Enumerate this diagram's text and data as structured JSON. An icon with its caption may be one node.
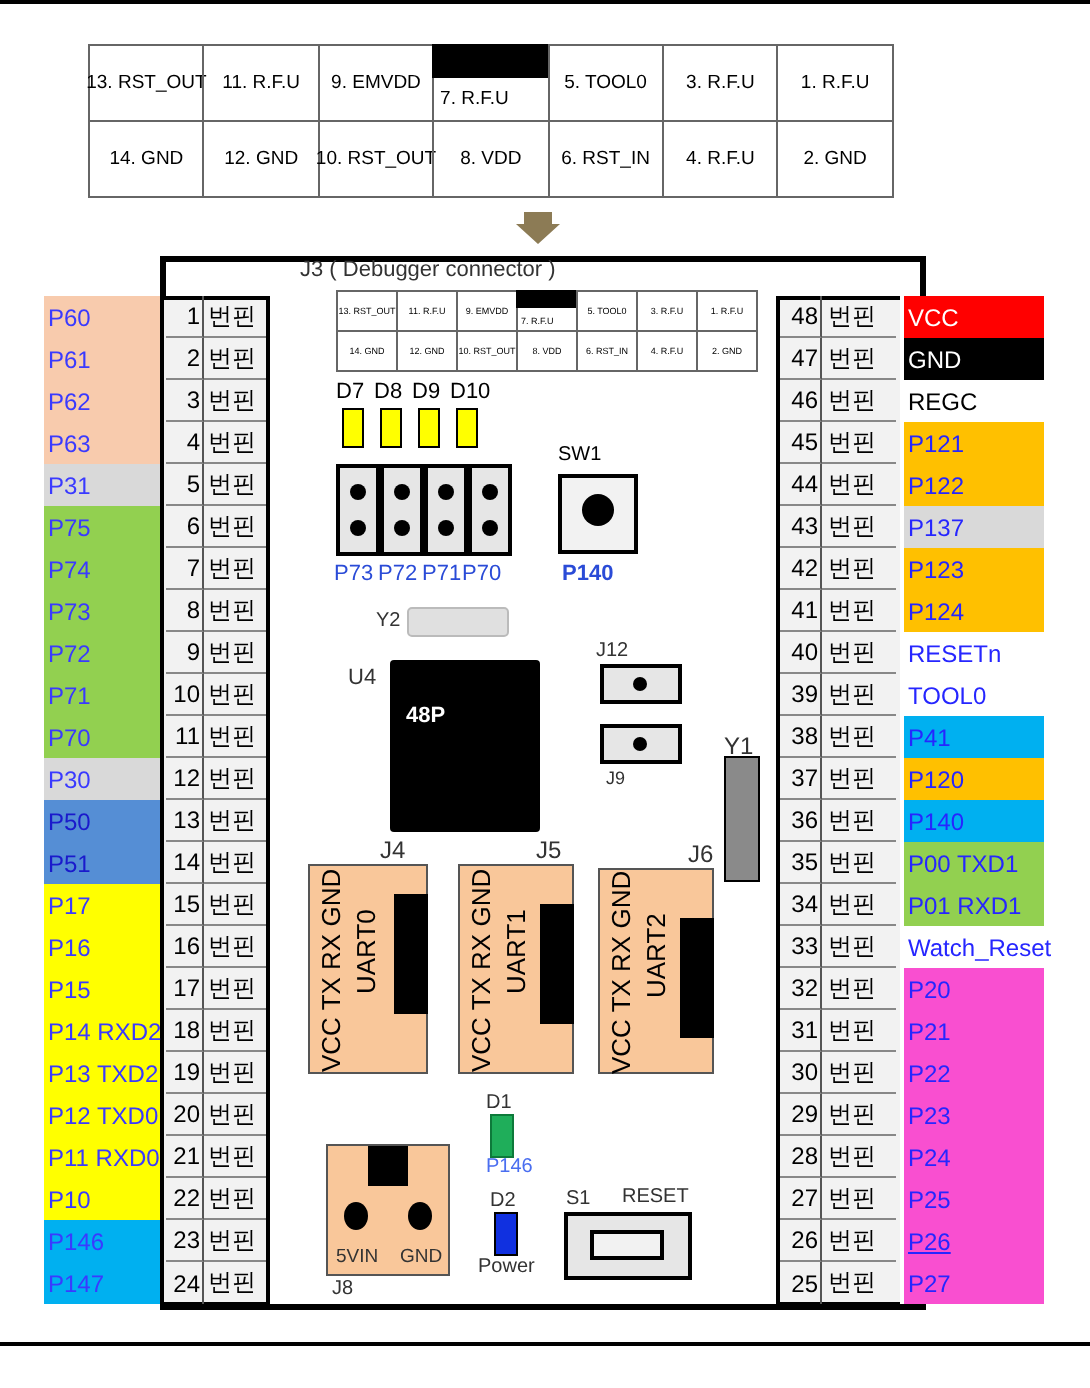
{
  "diagram": {
    "labels": [
      "13. RST_OUT",
      "11. R.F.U",
      "9. EMVDD",
      "7. R.F.U",
      "5. TOOL0",
      "3. R.F.U",
      "1. R.F.U",
      "14. GND",
      "12. GND",
      "10. RST_OUT",
      "8. VDD",
      "6. RST_IN",
      "4. R.F.U",
      "2. GND",
      "J3 ( Debugger connector )",
      "13. RST_OUT",
      "11. R.F.U",
      "9. EMVDD",
      "7. R.F.U",
      "5. TOOL0",
      "3. R.F.U",
      "1. R.F.U",
      "14. GND",
      "12. GND",
      "10. RST_OUT",
      "8. VDD",
      "6. RST_IN",
      "4. R.F.U",
      "2. GND",
      "P60",
      "1",
      "번핀",
      "48",
      "번핀",
      "VCC",
      "P61",
      "2",
      "번핀",
      "47",
      "번핀",
      "GND",
      "P62",
      "3",
      "번핀",
      "46",
      "번핀",
      "REGC",
      "P63",
      "4",
      "번핀",
      "45",
      "번핀",
      "P121",
      "P31",
      "5",
      "번핀",
      "44",
      "번핀",
      "P122",
      "P75",
      "6",
      "번핀",
      "43",
      "번핀",
      "P137",
      "P74",
      "7",
      "번핀",
      "42",
      "번핀",
      "P123",
      "P73",
      "8",
      "번핀",
      "41",
      "번핀",
      "P124",
      "P72",
      "9",
      "번핀",
      "40",
      "번핀",
      "RESETn",
      "P71",
      "10",
      "번핀",
      "39",
      "번핀",
      "TOOL0",
      "P70",
      "11",
      "번핀",
      "38",
      "번핀",
      "P41",
      "P30",
      "12",
      "번핀",
      "37",
      "번핀",
      "P120",
      "P50",
      "13",
      "번핀",
      "36",
      "번핀",
      "P140",
      "P51",
      "14",
      "번핀",
      "35",
      "번핀",
      "P00 TXD1",
      "P17",
      "15",
      "번핀",
      "34",
      "번핀",
      "P01 RXD1",
      "P16",
      "16",
      "번핀",
      "33",
      "번핀",
      "Watch_Reset",
      "P15",
      "17",
      "번핀",
      "32",
      "번핀",
      "P20",
      "P14 RXD2",
      "18",
      "번핀",
      "31",
      "번핀",
      "P21",
      "P13 TXD2",
      "19",
      "번핀",
      "30",
      "번핀",
      "P22",
      "P12 TXD0",
      "20",
      "번핀",
      "29",
      "번핀",
      "P23",
      "P11 RXD0",
      "21",
      "번핀",
      "28",
      "번핀",
      "P24",
      "P10",
      "22",
      "번핀",
      "27",
      "번핀",
      "P25",
      "P146",
      "23",
      "번핀",
      "26",
      "번핀",
      "P26",
      "P147",
      "24",
      "번핀",
      "25",
      "번핀",
      "P27",
      "D7",
      "D8",
      "D9",
      "D10",
      "P73",
      "P72",
      "P71",
      "P70",
      "SW1",
      "P140",
      "Y2",
      "U4",
      "48P",
      "J12",
      "J9",
      "Y1",
      "J4",
      "VCC TX RX GND",
      "UART0",
      "J5",
      "VCC TX RX GND",
      "UART1",
      "J6",
      "VCC TX RX GND",
      "UART2",
      "D1",
      "P146",
      "D2",
      "Power",
      "S1",
      "RESET",
      "5VIN",
      "GND",
      "J8"
    ]
  }
}
